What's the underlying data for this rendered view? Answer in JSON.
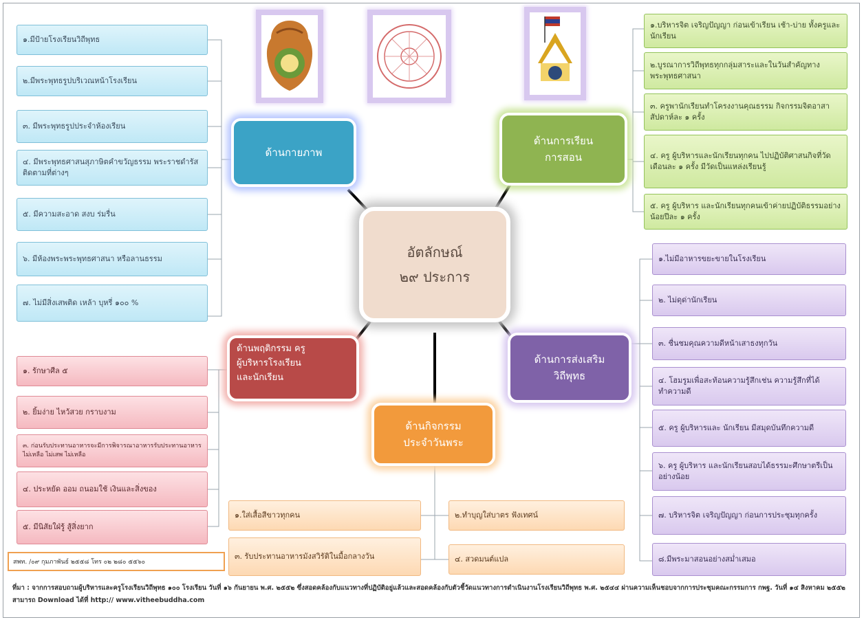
{
  "center": {
    "line1": "อัตลักษณ์",
    "line2": "๒๙ ประการ"
  },
  "categories": {
    "physical": "ด้านกายภาพ",
    "learning_line1": "ด้านการเรียน",
    "learning_line2": "การสอน",
    "behavior_line1": "ด้านพฤติกรรม ครู",
    "behavior_line2": "ผู้บริหารโรงเรียน",
    "behavior_line3": "และนักเรียน",
    "promotion_line1": "ด้านการส่งเสริม",
    "promotion_line2": "วิถีพุทธ",
    "holyday_line1": "ด้านกิจกรรม",
    "holyday_line2": "ประจำวันพระ"
  },
  "physical_items": [
    "๑.มีป้ายโรงเรียนวิถีพุทธ",
    "๒.มีพระพุทธรูปบริเวณหน้าโรงเรียน",
    "๓. มีพระพุทธรูปประจำห้องเรียน",
    "๔. มีพระพุทธศาสนสุภาษิตคำขวัญธรรม พระราชดำรัส ติดตามที่ต่างๆ",
    "๕. มีความสะอาด สงบ ร่มรื่น",
    "๖. มีห้องพระพระพุทธศาสนา หรือลานธรรม",
    "๗. ไม่มีสิ่งเสพติด เหล้า บุหรี่ ๑๐๐ %"
  ],
  "learning_items": [
    "๑.บริหารจิต เจริญปัญญา ก่อนเข้าเรียน เช้า-บ่าย ทั้งครูและนักเรียน",
    "๒.บูรณาการวิถีพุทธทุกกลุ่มสาระและในวันสำคัญทางพระพุทธศาสนา",
    "๓. ครูพานักเรียนทำโครงงานคุณธรรม กิจกรรมจิตอาสาสัปดาห์ละ ๑ ครั้ง",
    "๔. ครู ผู้บริหารและนักเรียนทุกคน ไปปฏิบัติศาสนกิจที่วัดเดือนละ ๑ ครั้ง มีวัดเป็นแหล่งเรียนรู้",
    "๕. ครู ผู้บริหาร และนักเรียนทุกคนเข้าค่ายปฏิบัติธรรมอย่างน้อยปีละ ๑ ครั้ง"
  ],
  "behavior_items": [
    "๑. รักษาศีล ๕",
    "๒. ยิ้มง่าย ไหว้สวย กราบงาม",
    "๓. ก่อนรับประทานอาหารจะมีการพิจารณาอาหารรับประทานอาหารไม่เหลือ ไม่เสพ ไม่เหลือ",
    "๔. ประหยัด ออม ถนอมใช้ เงินและสิ่งของ",
    "๕. มีนิสัยใฝ่รู้ สู้สิ่งยาก"
  ],
  "promotion_items": [
    "๑.ไม่มีอาหารขยะขายในโรงเรียน",
    "๒. ไม่ดุด่านักเรียน",
    "๓. ชื่นชมคุณความดีหน้าเสาธงทุกวัน",
    "๔. โฮมรูมเพื่อสะท้อนความรู้สึกเช่น ความรู้สึกที่ได้ทำความดี",
    "๕. ครู ผู้บริหารและ นักเรียน มีสมุดบันทึกความดี",
    "๖. ครู ผู้บริหาร และนักเรียนสอบได้ธรรมะศึกษาตรีเป็นอย่างน้อย",
    "๗. บริหารจิต เจริญปัญญา ก่อนการประชุมทุกครั้ง",
    "๘.มีพระมาสอนอย่างสม่ำเสมอ"
  ],
  "holyday_items": [
    "๑.ใส่เสื้อสีขาวทุกคน",
    "๒.ทำบุญใส่บาตร ฟังเทศน์",
    "๓. รับประทานอาหารมังสวิรัติในมื้อกลางวัน",
    "๔. สวดมนต์แปล"
  ],
  "credit": "สพท. /๐๙ กุมภาพันธ์ ๒๕๕๘ โทร ๐๒ ๒๘๐ ๕๕๖๐",
  "source": "ที่มา : จากการสอบถามผู้บริหารและครูโรงเรียนวิถีพุทธ ๑๐๐ โรงเรียน วันที่ ๑๖ กันยายน พ.ศ. ๒๕๕๒ ซึ่งสอดคล้องกับแนวทางที่ปฏิบัติอยู่แล้วและสอดคล้องกับตัวชี้วัดแนวทางการดำเนินงานโรงเรียนวิถีพุทธ พ.ศ. ๒๕๔๔ ผ่านความเห็นชอบจากการประชุมคณะกรรมการ กพฐ. วันที่ ๑๔ สิงหาคม ๒๕๕๒ สามารถ Download ได้ที่ http:// www.vitheebuddha.com",
  "colors": {
    "physical": "#3ba3c6",
    "learning": "#8fb451",
    "behavior": "#b84a48",
    "promotion": "#7f62a8",
    "holyday": "#f29a3c",
    "center": "#f0dccd"
  },
  "logos": [
    "obec-emblem",
    "dharma-wheel-seal",
    "thai-flag-pavilion-emblem"
  ]
}
